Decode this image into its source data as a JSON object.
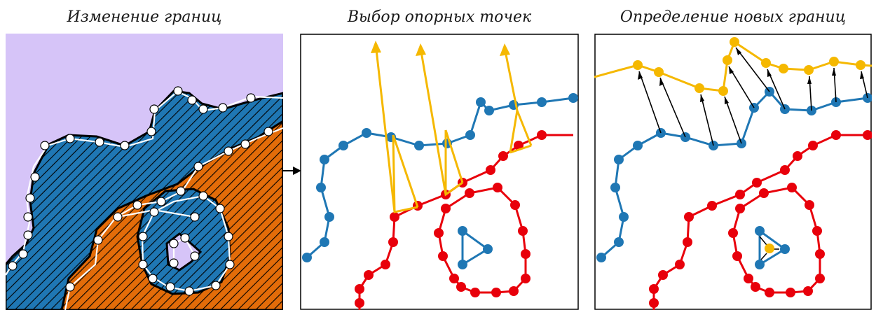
{
  "titles": {
    "panel1": "Изменение границ",
    "panel2": "Выбор опорных точек",
    "panel3": "Определение новых границ"
  },
  "colors": {
    "lavender": "#d6c4f8",
    "blue": "#1f77b4",
    "orange": "#e36c09",
    "red": "#e8000b",
    "gold": "#f5b800",
    "white": "#ffffff",
    "black": "#000000"
  },
  "icons": {
    "transition_arrow": "right-arrow-icon"
  }
}
